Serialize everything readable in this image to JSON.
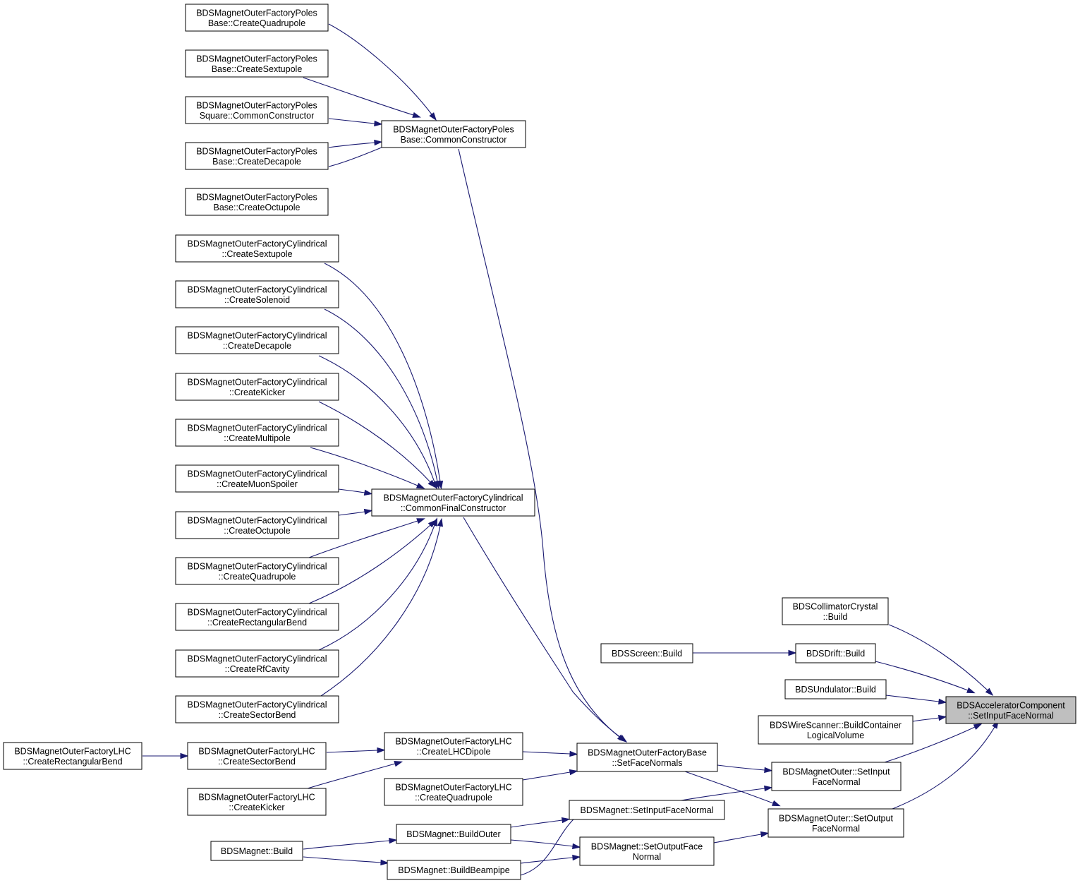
{
  "diagram": {
    "type": "call-graph",
    "colors": {
      "edge": "#191970",
      "node_border": "#000000",
      "node_fill": "#ffffff",
      "root_fill": "#bfbfbf"
    },
    "nodes": [
      {
        "id": "root",
        "lines": [
          "BDSAcceleratorComponent",
          "::SetInputFaceNormal"
        ],
        "highlight": true
      },
      {
        "id": "pb_quad",
        "lines": [
          "BDSMagnetOuterFactoryPoles",
          "Base::CreateQuadrupole"
        ]
      },
      {
        "id": "pb_sext",
        "lines": [
          "BDSMagnetOuterFactoryPoles",
          "Base::CreateSextupole"
        ]
      },
      {
        "id": "ps_cc",
        "lines": [
          "BDSMagnetOuterFactoryPoles",
          "Square::CommonConstructor"
        ]
      },
      {
        "id": "pb_deca",
        "lines": [
          "BDSMagnetOuterFactoryPoles",
          "Base::CreateDecapole"
        ]
      },
      {
        "id": "pb_oct",
        "lines": [
          "BDSMagnetOuterFactoryPoles",
          "Base::CreateOctupole"
        ]
      },
      {
        "id": "pb_cc",
        "lines": [
          "BDSMagnetOuterFactoryPoles",
          "Base::CommonConstructor"
        ]
      },
      {
        "id": "cy_sext",
        "lines": [
          "BDSMagnetOuterFactoryCylindrical",
          "::CreateSextupole"
        ]
      },
      {
        "id": "cy_sol",
        "lines": [
          "BDSMagnetOuterFactoryCylindrical",
          "::CreateSolenoid"
        ]
      },
      {
        "id": "cy_deca",
        "lines": [
          "BDSMagnetOuterFactoryCylindrical",
          "::CreateDecapole"
        ]
      },
      {
        "id": "cy_kick",
        "lines": [
          "BDSMagnetOuterFactoryCylindrical",
          "::CreateKicker"
        ]
      },
      {
        "id": "cy_multi",
        "lines": [
          "BDSMagnetOuterFactoryCylindrical",
          "::CreateMultipole"
        ]
      },
      {
        "id": "cy_muon",
        "lines": [
          "BDSMagnetOuterFactoryCylindrical",
          "::CreateMuonSpoiler"
        ]
      },
      {
        "id": "cy_oct",
        "lines": [
          "BDSMagnetOuterFactoryCylindrical",
          "::CreateOctupole"
        ]
      },
      {
        "id": "cy_quad",
        "lines": [
          "BDSMagnetOuterFactoryCylindrical",
          "::CreateQuadrupole"
        ]
      },
      {
        "id": "cy_rect",
        "lines": [
          "BDSMagnetOuterFactoryCylindrical",
          "::CreateRectangularBend"
        ]
      },
      {
        "id": "cy_rf",
        "lines": [
          "BDSMagnetOuterFactoryCylindrical",
          "::CreateRfCavity"
        ]
      },
      {
        "id": "cy_sect",
        "lines": [
          "BDSMagnetOuterFactoryCylindrical",
          "::CreateSectorBend"
        ]
      },
      {
        "id": "cy_cfc",
        "lines": [
          "BDSMagnetOuterFactoryCylindrical",
          "::CommonFinalConstructor"
        ]
      },
      {
        "id": "lhc_rect",
        "lines": [
          "BDSMagnetOuterFactoryLHC",
          "::CreateRectangularBend"
        ]
      },
      {
        "id": "lhc_sect",
        "lines": [
          "BDSMagnetOuterFactoryLHC",
          "::CreateSectorBend"
        ]
      },
      {
        "id": "lhc_kick",
        "lines": [
          "BDSMagnetOuterFactoryLHC",
          "::CreateKicker"
        ]
      },
      {
        "id": "lhc_dip",
        "lines": [
          "BDSMagnetOuterFactoryLHC",
          "::CreateLHCDipole"
        ]
      },
      {
        "id": "lhc_quad",
        "lines": [
          "BDSMagnetOuterFactoryLHC",
          "::CreateQuadrupole"
        ]
      },
      {
        "id": "base_sfn",
        "lines": [
          "BDSMagnetOuterFactoryBase",
          "::SetFaceNormals"
        ]
      },
      {
        "id": "mag_build",
        "lines": [
          "BDSMagnet::Build"
        ]
      },
      {
        "id": "mag_bouter",
        "lines": [
          "BDSMagnet::BuildOuter"
        ]
      },
      {
        "id": "mag_bbeam",
        "lines": [
          "BDSMagnet::BuildBeampipe"
        ]
      },
      {
        "id": "mag_sifn",
        "lines": [
          "BDSMagnet::SetInputFaceNormal"
        ]
      },
      {
        "id": "mag_sofn",
        "lines": [
          "BDSMagnet::SetOutputFace",
          "Normal"
        ]
      },
      {
        "id": "screen",
        "lines": [
          "BDSScreen::Build"
        ]
      },
      {
        "id": "coll",
        "lines": [
          "BDSCollimatorCrystal",
          "::Build"
        ]
      },
      {
        "id": "drift",
        "lines": [
          "BDSDrift::Build"
        ]
      },
      {
        "id": "und",
        "lines": [
          "BDSUndulator::Build"
        ]
      },
      {
        "id": "wire",
        "lines": [
          "BDSWireScanner::BuildContainer",
          "LogicalVolume"
        ]
      },
      {
        "id": "mo_sin",
        "lines": [
          "BDSMagnetOuter::SetInput",
          "FaceNormal"
        ]
      },
      {
        "id": "mo_sout",
        "lines": [
          "BDSMagnetOuter::SetOutput",
          "FaceNormal"
        ]
      }
    ],
    "edges": [
      {
        "from": "pb_quad",
        "to": "pb_cc"
      },
      {
        "from": "pb_sext",
        "to": "pb_cc"
      },
      {
        "from": "ps_cc",
        "to": "pb_cc"
      },
      {
        "from": "pb_deca",
        "to": "pb_cc"
      },
      {
        "from": "pb_oct",
        "to": "pb_cc"
      },
      {
        "from": "cy_sext",
        "to": "cy_cfc"
      },
      {
        "from": "cy_sol",
        "to": "cy_cfc"
      },
      {
        "from": "cy_deca",
        "to": "cy_cfc"
      },
      {
        "from": "cy_kick",
        "to": "cy_cfc"
      },
      {
        "from": "cy_multi",
        "to": "cy_cfc"
      },
      {
        "from": "cy_muon",
        "to": "cy_cfc"
      },
      {
        "from": "cy_oct",
        "to": "cy_cfc"
      },
      {
        "from": "cy_quad",
        "to": "cy_cfc"
      },
      {
        "from": "cy_rect",
        "to": "cy_cfc"
      },
      {
        "from": "cy_rf",
        "to": "cy_cfc"
      },
      {
        "from": "cy_sect",
        "to": "cy_cfc"
      },
      {
        "from": "pb_cc",
        "to": "base_sfn"
      },
      {
        "from": "cy_cfc",
        "to": "base_sfn"
      },
      {
        "from": "lhc_rect",
        "to": "lhc_sect"
      },
      {
        "from": "lhc_sect",
        "to": "lhc_dip"
      },
      {
        "from": "lhc_kick",
        "to": "lhc_dip"
      },
      {
        "from": "lhc_dip",
        "to": "base_sfn"
      },
      {
        "from": "lhc_quad",
        "to": "base_sfn"
      },
      {
        "from": "base_sfn",
        "to": "mo_sin"
      },
      {
        "from": "base_sfn",
        "to": "mo_sout"
      },
      {
        "from": "mag_build",
        "to": "mag_bouter"
      },
      {
        "from": "mag_build",
        "to": "mag_bbeam"
      },
      {
        "from": "mag_bouter",
        "to": "mag_sifn"
      },
      {
        "from": "mag_bouter",
        "to": "mag_sofn"
      },
      {
        "from": "mag_bbeam",
        "to": "mag_sifn"
      },
      {
        "from": "mag_bbeam",
        "to": "mag_sofn"
      },
      {
        "from": "mag_sifn",
        "to": "mo_sin"
      },
      {
        "from": "mag_sofn",
        "to": "mo_sout"
      },
      {
        "from": "screen",
        "to": "drift"
      },
      {
        "from": "coll",
        "to": "root"
      },
      {
        "from": "drift",
        "to": "root"
      },
      {
        "from": "und",
        "to": "root"
      },
      {
        "from": "wire",
        "to": "root"
      },
      {
        "from": "mo_sin",
        "to": "root"
      },
      {
        "from": "mo_sout",
        "to": "root"
      }
    ]
  }
}
